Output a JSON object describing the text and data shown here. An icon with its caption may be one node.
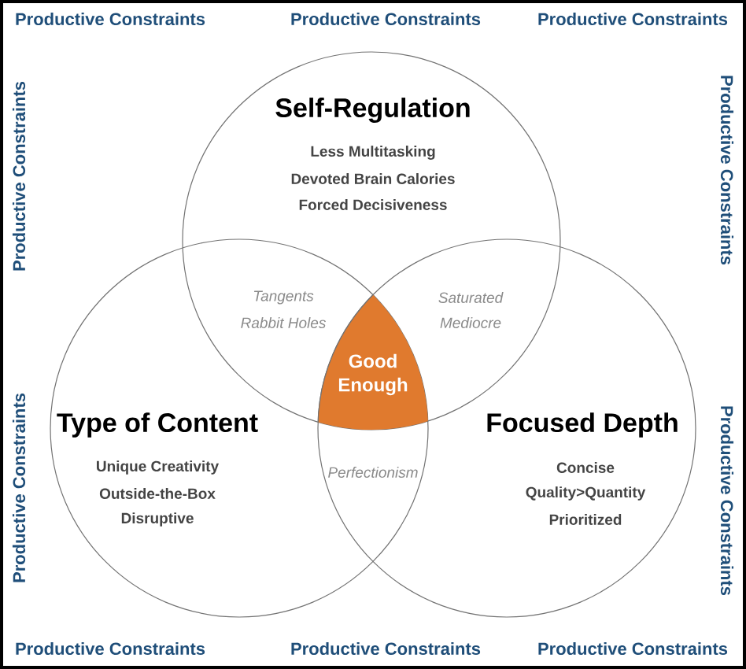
{
  "diagram": {
    "nodes": [
      {
        "text": [
          "Self-Regulation",
          "Less Multitasking",
          "Devoted Brain Calories",
          "Forced Decisiveness"
        ]
      },
      {
        "text": [
          "Type of Content",
          "Unique Creativity",
          "Outside-the-Box",
          "Disruptive"
        ]
      },
      {
        "text": [
          "Focused Depth",
          "Concise",
          "Quality>Quantity",
          "Prioritized"
        ]
      },
      {
        "text": [
          "Good Enough"
        ]
      }
    ],
    "labels": [
      "Productive Constraints",
      "Productive Constraints",
      "Productive Constraints",
      "Productive Constraints",
      "Productive Constraints",
      "Tangents",
      "Rabbit Holes",
      "Saturated",
      "Mediocre",
      "Perfectionism",
      "Productive Constraints",
      "Productive Constraints",
      "Productive Constraints",
      "Productive Constraints",
      "Productive Constraints"
    ]
  }
}
